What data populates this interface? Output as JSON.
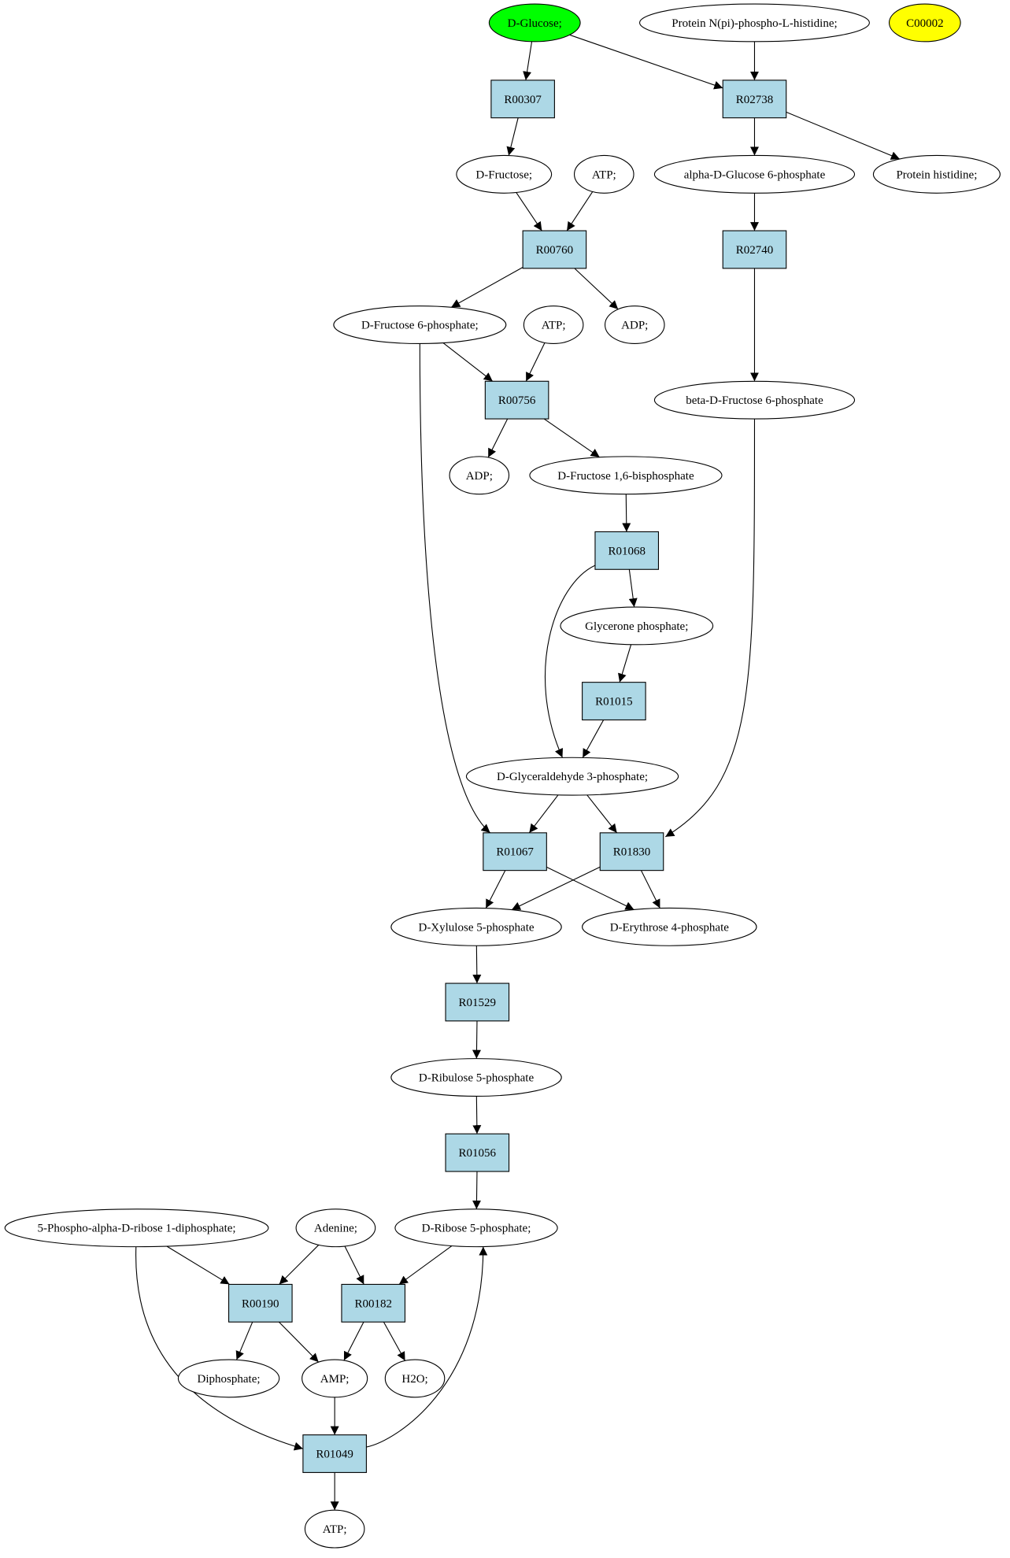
{
  "colors": {
    "reaction_fill": "#add8e6",
    "compound_fill": "#ffffff",
    "source_fill": "#00ff00",
    "highlight_fill": "#ffff00",
    "stroke": "#000000"
  },
  "nodes": [
    {
      "id": "glucose",
      "label": "D-Glucose;",
      "type": "compound",
      "fill": "source"
    },
    {
      "id": "protein_pi",
      "label": "Protein N(pi)-phospho-L-histidine;",
      "type": "compound"
    },
    {
      "id": "c00002",
      "label": "C00002",
      "type": "compound",
      "fill": "highlight"
    },
    {
      "id": "r00307",
      "label": "R00307",
      "type": "reaction"
    },
    {
      "id": "r02738",
      "label": "R02738",
      "type": "reaction"
    },
    {
      "id": "fructose",
      "label": "D-Fructose;",
      "type": "compound"
    },
    {
      "id": "atp1",
      "label": "ATP;",
      "type": "compound"
    },
    {
      "id": "ag6p",
      "label": "alpha-D-Glucose 6-phosphate",
      "type": "compound"
    },
    {
      "id": "protein_his",
      "label": "Protein histidine;",
      "type": "compound"
    },
    {
      "id": "r00760",
      "label": "R00760",
      "type": "reaction"
    },
    {
      "id": "r02740",
      "label": "R02740",
      "type": "reaction"
    },
    {
      "id": "f6p",
      "label": "D-Fructose 6-phosphate;",
      "type": "compound"
    },
    {
      "id": "atp2",
      "label": "ATP;",
      "type": "compound"
    },
    {
      "id": "adp1",
      "label": "ADP;",
      "type": "compound"
    },
    {
      "id": "r00756",
      "label": "R00756",
      "type": "reaction"
    },
    {
      "id": "bf6p",
      "label": "beta-D-Fructose 6-phosphate",
      "type": "compound"
    },
    {
      "id": "adp2",
      "label": "ADP;",
      "type": "compound"
    },
    {
      "id": "f16bp",
      "label": "D-Fructose 1,6-bisphosphate",
      "type": "compound"
    },
    {
      "id": "r01068",
      "label": "R01068",
      "type": "reaction"
    },
    {
      "id": "glycerone",
      "label": "Glycerone phosphate;",
      "type": "compound"
    },
    {
      "id": "r01015",
      "label": "R01015",
      "type": "reaction"
    },
    {
      "id": "g3p",
      "label": "D-Glyceraldehyde 3-phosphate;",
      "type": "compound"
    },
    {
      "id": "r01067",
      "label": "R01067",
      "type": "reaction"
    },
    {
      "id": "r01830",
      "label": "R01830",
      "type": "reaction"
    },
    {
      "id": "xylulose",
      "label": "D-Xylulose 5-phosphate",
      "type": "compound"
    },
    {
      "id": "erythrose",
      "label": "D-Erythrose 4-phosphate",
      "type": "compound"
    },
    {
      "id": "r01529",
      "label": "R01529",
      "type": "reaction"
    },
    {
      "id": "ribulose",
      "label": "D-Ribulose 5-phosphate",
      "type": "compound"
    },
    {
      "id": "r01056",
      "label": "R01056",
      "type": "reaction"
    },
    {
      "id": "prpp",
      "label": "5-Phospho-alpha-D-ribose 1-diphosphate;",
      "type": "compound"
    },
    {
      "id": "adenine",
      "label": "Adenine;",
      "type": "compound"
    },
    {
      "id": "ribose5p",
      "label": "D-Ribose 5-phosphate;",
      "type": "compound"
    },
    {
      "id": "r00190",
      "label": "R00190",
      "type": "reaction"
    },
    {
      "id": "r00182",
      "label": "R00182",
      "type": "reaction"
    },
    {
      "id": "diphosphate",
      "label": "Diphosphate;",
      "type": "compound"
    },
    {
      "id": "amp",
      "label": "AMP;",
      "type": "compound"
    },
    {
      "id": "h2o",
      "label": "H2O;",
      "type": "compound"
    },
    {
      "id": "r01049",
      "label": "R01049",
      "type": "reaction"
    },
    {
      "id": "atp3",
      "label": "ATP;",
      "type": "compound"
    }
  ],
  "edges": [
    {
      "from": "glucose",
      "to": "r00307"
    },
    {
      "from": "glucose",
      "to": "r02738"
    },
    {
      "from": "protein_pi",
      "to": "r02738"
    },
    {
      "from": "r00307",
      "to": "fructose"
    },
    {
      "from": "r02738",
      "to": "ag6p"
    },
    {
      "from": "r02738",
      "to": "protein_his"
    },
    {
      "from": "fructose",
      "to": "r00760"
    },
    {
      "from": "atp1",
      "to": "r00760"
    },
    {
      "from": "ag6p",
      "to": "r02740"
    },
    {
      "from": "r00760",
      "to": "f6p"
    },
    {
      "from": "r00760",
      "to": "adp1"
    },
    {
      "from": "r02740",
      "to": "bf6p"
    },
    {
      "from": "f6p",
      "to": "r00756"
    },
    {
      "from": "atp2",
      "to": "r00756"
    },
    {
      "from": "f6p",
      "to": "r01067"
    },
    {
      "from": "r00756",
      "to": "adp2"
    },
    {
      "from": "r00756",
      "to": "f16bp"
    },
    {
      "from": "f16bp",
      "to": "r01068"
    },
    {
      "from": "r01068",
      "to": "glycerone"
    },
    {
      "from": "r01068",
      "to": "g3p"
    },
    {
      "from": "glycerone",
      "to": "r01015"
    },
    {
      "from": "r01015",
      "to": "g3p"
    },
    {
      "from": "g3p",
      "to": "r01067"
    },
    {
      "from": "g3p",
      "to": "r01830"
    },
    {
      "from": "bf6p",
      "to": "r01830"
    },
    {
      "from": "r01067",
      "to": "xylulose"
    },
    {
      "from": "r01067",
      "to": "erythrose"
    },
    {
      "from": "r01830",
      "to": "xylulose"
    },
    {
      "from": "r01830",
      "to": "erythrose"
    },
    {
      "from": "xylulose",
      "to": "r01529"
    },
    {
      "from": "r01529",
      "to": "ribulose"
    },
    {
      "from": "ribulose",
      "to": "r01056"
    },
    {
      "from": "r01056",
      "to": "ribose5p"
    },
    {
      "from": "prpp",
      "to": "r00190"
    },
    {
      "from": "adenine",
      "to": "r00190"
    },
    {
      "from": "adenine",
      "to": "r00182"
    },
    {
      "from": "ribose5p",
      "to": "r00182"
    },
    {
      "from": "r00190",
      "to": "diphosphate"
    },
    {
      "from": "r00190",
      "to": "amp"
    },
    {
      "from": "r00182",
      "to": "amp"
    },
    {
      "from": "r00182",
      "to": "h2o"
    },
    {
      "from": "prpp",
      "to": "r01049"
    },
    {
      "from": "amp",
      "to": "r01049"
    },
    {
      "from": "r01049",
      "to": "ribose5p"
    },
    {
      "from": "r01049",
      "to": "atp3"
    }
  ]
}
